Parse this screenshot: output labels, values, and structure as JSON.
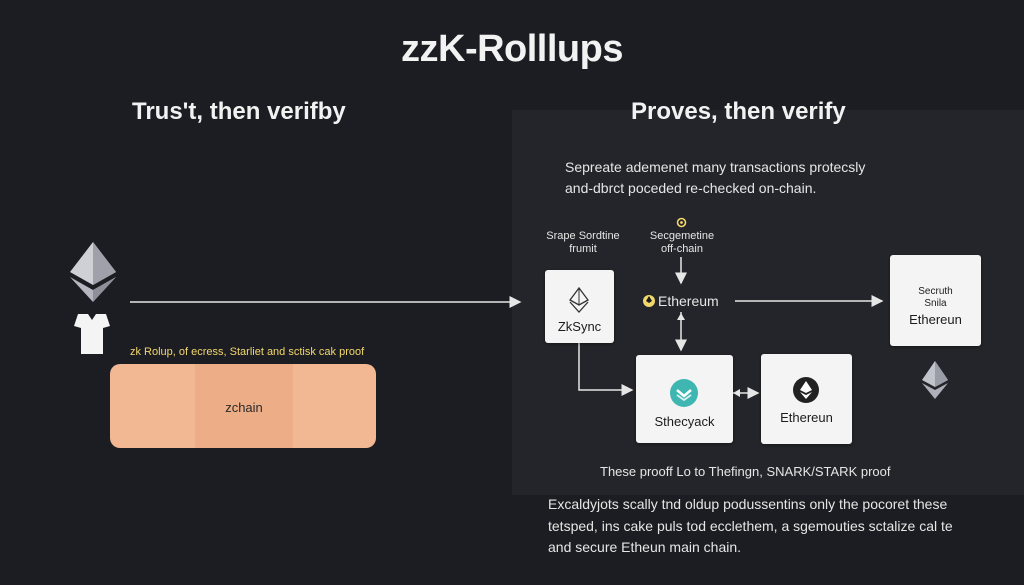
{
  "title": "zzK-Rolllups",
  "left_heading": "Trus't,  then verifby",
  "right_heading": "Proves,  then verify",
  "description": [
    "Sepreate ademenet many transactions protecsly",
    "and-dbrct poceded re-checked on-chain."
  ],
  "left": {
    "caption": "zk Rolup, of ecress, Starliet and sctisk cak proof",
    "box_label": "zchain"
  },
  "diagram": {
    "label_a": [
      "Srape Sordtine",
      "frumit"
    ],
    "label_b": [
      "Secgemetine",
      "off-chain"
    ],
    "zksync_label": "ZkSync",
    "ethereum_mid_label": "Ethereum",
    "stack_label": "Sthecyack",
    "eth_box_label": "Ethereun",
    "right_box_lines": [
      "Secruth",
      "Snila",
      "Ethereun"
    ],
    "caption": "These prooff Lo to Thefingn, SNARK/STARK proof"
  },
  "footer": [
    "Excaldyjots scally tnd oldup podussentins only the pocoret these",
    "tetsped, ins cake puls tod ecclethem, a sgemouties sctalize cal te",
    "and secure Etheun main chain."
  ],
  "colors": {
    "background": "#1c1d22",
    "panel": "#24252a",
    "orange": "#f2b793",
    "yellow_text": "#f2d76b",
    "teal": "#3fb6b2"
  }
}
